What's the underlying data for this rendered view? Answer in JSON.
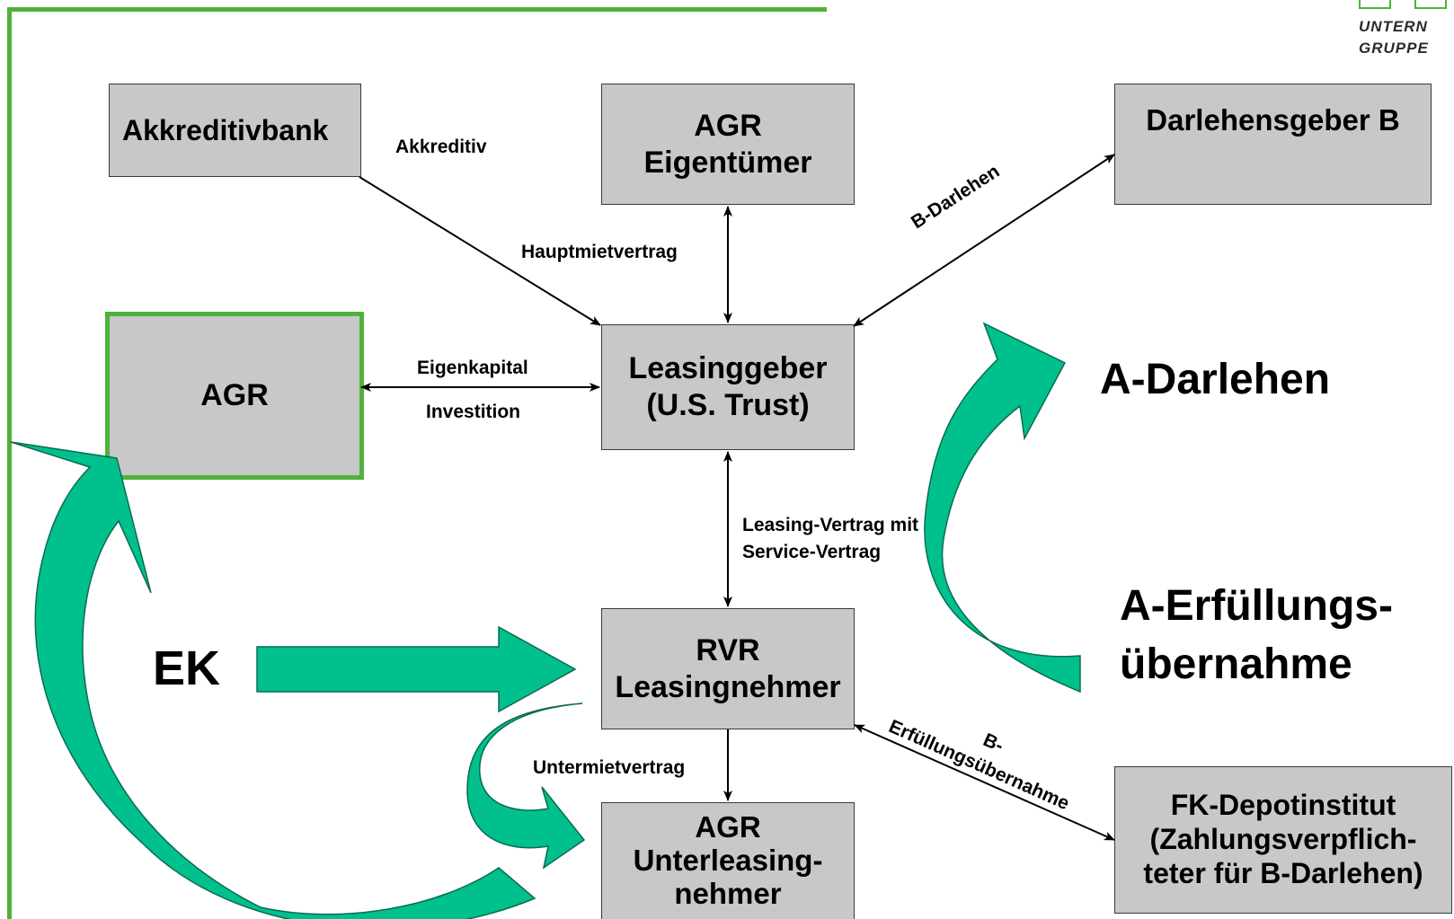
{
  "logo": {
    "line1": "UNTERN",
    "line2": "GRUPPE"
  },
  "boxes": {
    "akkreditivbank": [
      "Akkreditivbank"
    ],
    "agr_eigentuemer": [
      "AGR",
      "Eigentümer"
    ],
    "darlehensgeber_b": [
      "Darlehensgeber B"
    ],
    "agr": [
      "AGR"
    ],
    "leasinggeber": [
      "Leasinggeber",
      "(U.S. Trust)"
    ],
    "rvr": [
      "RVR",
      "Leasingnehmer"
    ],
    "agr_unterleasing": [
      "AGR",
      "Unterleasing-",
      "nehmer"
    ],
    "fk_depot": [
      "FK-Depotinstitut",
      "(Zahlungsverpflich-",
      "teter für B-Darlehen)"
    ]
  },
  "labels": {
    "akkreditiv": "Akkreditiv",
    "hauptmietvertrag": "Hauptmietvertrag",
    "b_darlehen": "B-Darlehen",
    "eigenkapital": "Eigenkapital",
    "investition": "Investition",
    "leasing_vertrag_1": "Leasing-Vertrag mit",
    "leasing_vertrag_2": "Service-Vertrag",
    "untermietvertrag": "Untermietvertrag",
    "b_erfuellung_1": "B-",
    "b_erfuellung_2": "Erfüllungsübernahme"
  },
  "big_labels": {
    "ek": "EK",
    "a_darlehen": "A-Darlehen",
    "a_erfuellung_1": "A-Erfüllungs-",
    "a_erfuellung_2": "übernahme"
  },
  "colors": {
    "frame_green": "#4fb23a",
    "box_fill": "#c8c8c8",
    "flow_teal": "#00c08e"
  }
}
